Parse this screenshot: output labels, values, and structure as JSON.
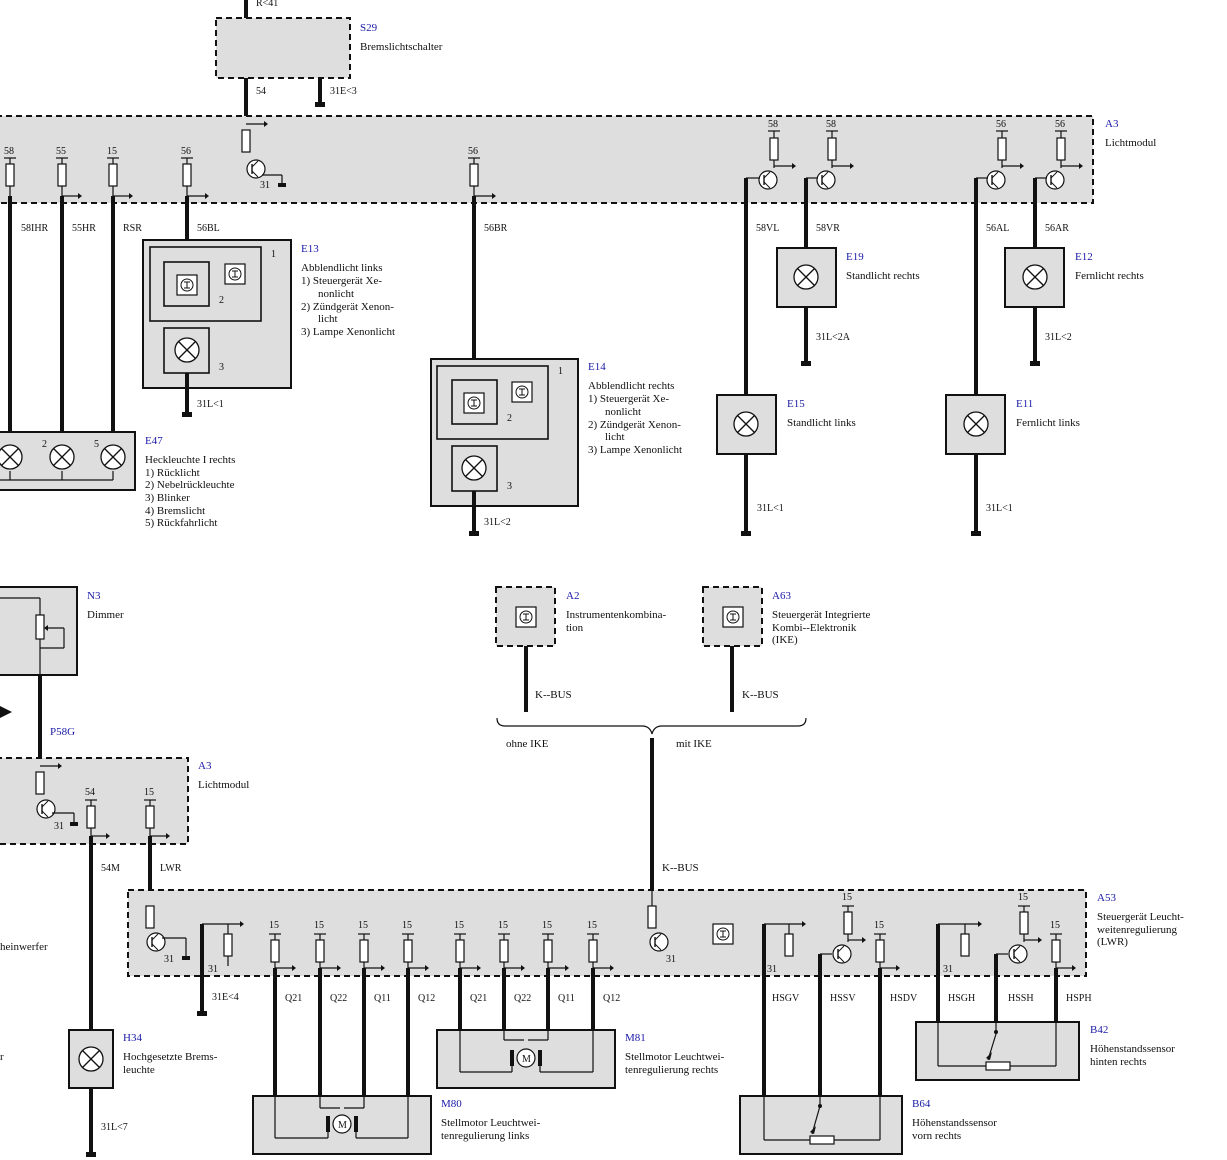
{
  "top_cut": "R<41",
  "s29": {
    "id": "S29",
    "name": "Bremslichtschalter",
    "pin_out": "54",
    "ground": "31E<3"
  },
  "a3_top": {
    "id": "A3",
    "name": "Lichtmodul",
    "pins": [
      "58",
      "55",
      "15",
      "56",
      "56",
      "58",
      "58",
      "56",
      "56"
    ],
    "gnd": "31"
  },
  "wires_top": [
    "58IHR",
    "55HR",
    "RSR",
    "56BL",
    "56BR",
    "58VL",
    "58VR",
    "56AL",
    "56AR"
  ],
  "e13": {
    "id": "E13",
    "line1": "Abblendlicht links",
    "l2": "1) Steuergerät Xe-",
    "l3": "nonlicht",
    "l4": "2) Zündgerät Xenon-",
    "l5": "licht",
    "l6": "3) Lampe Xenonlicht",
    "n1": "1",
    "n2": "2",
    "n3": "3",
    "ground": "31L<1"
  },
  "e14": {
    "id": "E14",
    "line1": "Abblendlicht rechts",
    "l2": "1) Steuergerät Xe-",
    "l3": "nonlicht",
    "l4": "2) Zündgerät Xenon-",
    "l5": "licht",
    "l6": "3) Lampe Xenonlicht",
    "n1": "1",
    "n2": "2",
    "n3": "3",
    "ground": "31L<2"
  },
  "e19": {
    "id": "E19",
    "name": "Standlicht rechts",
    "ground": "31L<2A"
  },
  "e12": {
    "id": "E12",
    "name": "Fernlicht rechts",
    "ground": "31L<2"
  },
  "e15": {
    "id": "E15",
    "name": "Standlicht links",
    "ground": "31L<1"
  },
  "e11": {
    "id": "E11",
    "name": "Fernlicht links",
    "ground": "31L<1"
  },
  "e47": {
    "id": "E47",
    "line1": "Heckleuchte I rechts",
    "l2": "1) Rücklicht",
    "l3": "2) Nebelrückleuchte",
    "l4": "3) Blinker",
    "l5": "4) Bremslicht",
    "l6": "5) Rückfahrlicht",
    "n2": "2",
    "n5": "5"
  },
  "n3": {
    "id": "N3",
    "name": "Dimmer",
    "wire": "P58G"
  },
  "a2": {
    "id": "A2",
    "l1": "Instrumentenkombina-",
    "l2": "tion",
    "bus": "K--BUS"
  },
  "a63": {
    "id": "A63",
    "l1": "Steuergerät Integrierte",
    "l2": "Kombi--Elektronik",
    "l3": "(IKE)",
    "bus": "K--BUS"
  },
  "bus": {
    "ohne": "ohne IKE",
    "mit": "mit IKE",
    "main": "K--BUS"
  },
  "a3_bot": {
    "id": "A3",
    "name": "Lichtmodul",
    "p54": "54",
    "p15": "15",
    "gnd": "31",
    "w54": "54M",
    "wlwr": "LWR"
  },
  "left_cut": {
    "scheinwerfer": "heinwerfer",
    "r": "r"
  },
  "a53": {
    "id": "A53",
    "l1": "Steuergerät Leucht-",
    "l2": "weitenregulierung",
    "l3": "(LWR)",
    "gnd": "31",
    "gnd2": "31",
    "gnd3": "31",
    "gnd4": "31",
    "ext_ground": "31E<4",
    "p15": "15",
    "wires": [
      "Q21",
      "Q22",
      "Q11",
      "Q12",
      "Q21",
      "Q22",
      "Q11",
      "Q12",
      "HSGV",
      "HSSV",
      "HSDV",
      "HSGH",
      "HSSH",
      "HSPH"
    ]
  },
  "h34": {
    "id": "H34",
    "l1": "Hochgesetzte Brems-",
    "l2": "leuchte",
    "ground": "31L<7"
  },
  "m81": {
    "id": "M81",
    "l1": "Stellmotor Leuchtwei-",
    "l2": "tenregulierung rechts",
    "motor": "M"
  },
  "m80": {
    "id": "M80",
    "l1": "Stellmotor Leuchtwei-",
    "l2": "tenregulierung links",
    "motor": "M"
  },
  "b42": {
    "id": "B42",
    "l1": "Höhenstandssensor",
    "l2": "hinten rechts"
  },
  "b64": {
    "id": "B64",
    "l1": "Höhenstandssensor",
    "l2": "vorn rechts"
  }
}
